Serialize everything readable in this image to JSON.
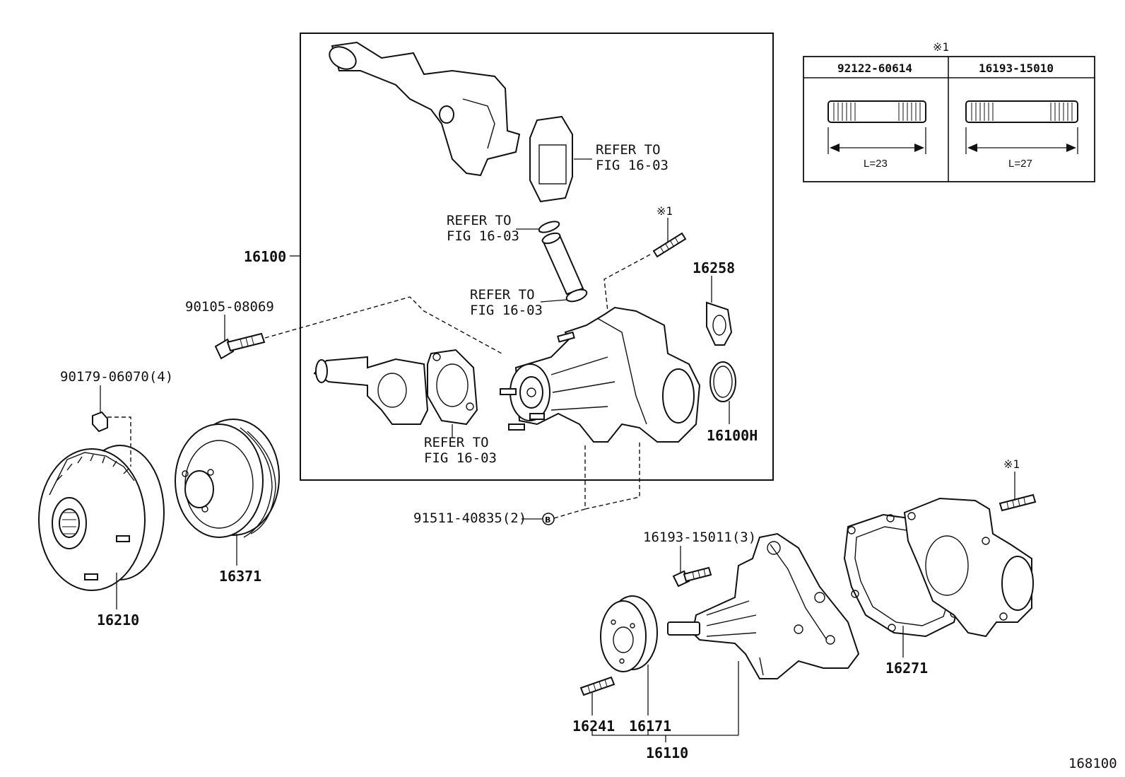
{
  "labels": {
    "assy_16100": "16100",
    "bolt_90105": "90105-08069",
    "nut_90179": "90179-06070(4)",
    "refer_outlet_1": "REFER TO",
    "refer_outlet_2": "FIG 16-03",
    "refer_oring_top_1": "REFER TO",
    "refer_oring_top_2": "FIG 16-03",
    "refer_oring_bot_1": "REFER TO",
    "refer_oring_bot_2": "FIG 16-03",
    "refer_inlet_1": "REFER TO",
    "refer_inlet_2": "FIG 16-03",
    "stud_mark_top": "※1",
    "gasket_16258": "16258",
    "oring_16100H": "16100H",
    "plug_91511": "91511-40835(2)",
    "plug_marker": "B",
    "coupling_16210": "16210",
    "pulley_16371": "16371",
    "stud_16193_15011": "16193-15011(3)",
    "stud_mark_lower": "※1",
    "gasket_16271": "16271",
    "stud_16241": "16241",
    "pulley_seat_16171": "16171",
    "pump_16110": "16110",
    "figure_no": "168100"
  },
  "stud_table": {
    "mark": "※1",
    "columns": [
      {
        "part_no": "92122-60614",
        "length": "L=23"
      },
      {
        "part_no": "16193-15010",
        "length": "L=27"
      }
    ]
  }
}
